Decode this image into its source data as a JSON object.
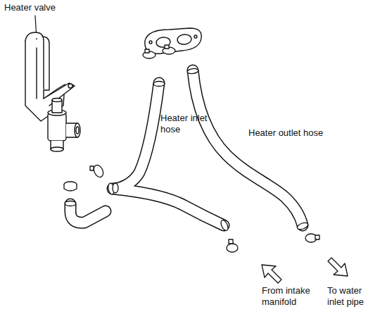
{
  "diagram": {
    "labels": [
      "Heater valve",
      "Heater inlet hose",
      "Heater outlet hose",
      "From intake manifold",
      "To water inlet pipe"
    ]
  }
}
